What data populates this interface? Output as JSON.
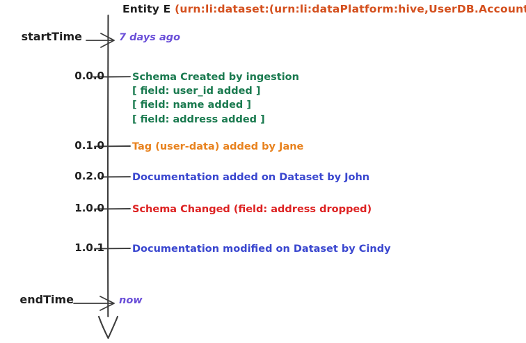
{
  "diagram": {
    "title": {
      "entity": "Entity E",
      "urn": "(urn:li:dataset:(urn:li:dataPlatform:hive,UserDB.Account,PROD)"
    },
    "axis": {
      "start_label": "startTime",
      "start_value": "7 days ago",
      "end_label": "endTime",
      "end_value": "now"
    },
    "colors": {
      "urn": "#d4501e",
      "time_value": "#6a4fd8",
      "schema_created": "#1a7a4f",
      "tag": "#e8821e",
      "documentation": "#3a47cf",
      "schema_changed": "#dd2222",
      "axis": "#3d3d3d",
      "background": "#ffffff"
    },
    "events": [
      {
        "version": "0.0.0",
        "color_key": "schema_created",
        "lines": [
          "Schema Created by ingestion",
          "[ field: user_id added ]",
          "[ field: name added ]",
          "[ field: address added ]"
        ]
      },
      {
        "version": "0.1.0",
        "color_key": "tag",
        "lines": [
          "Tag (user-data) added by Jane"
        ]
      },
      {
        "version": "0.2.0",
        "color_key": "documentation",
        "lines": [
          "Documentation added on Dataset by John"
        ]
      },
      {
        "version": "1.0.0",
        "color_key": "schema_changed",
        "lines": [
          "Schema Changed (field: address dropped)"
        ]
      },
      {
        "version": "1.0.1",
        "color_key": "documentation",
        "lines": [
          "Documentation modified on Dataset by Cindy"
        ]
      }
    ]
  }
}
